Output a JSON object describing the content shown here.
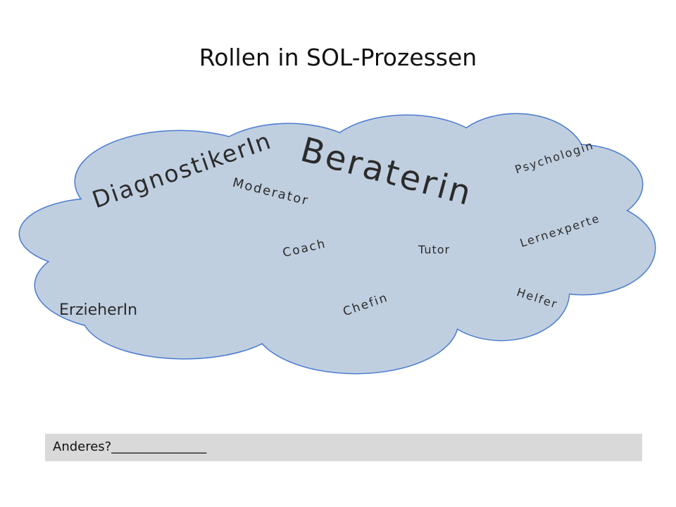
{
  "slide": {
    "title": "Rollen in SOL-Prozessen",
    "cloud_fill": "#c0cfe0",
    "cloud_stroke": "#4a7bd0"
  },
  "words": {
    "beraterin": "Beraterin",
    "diagnostiker": "DiagnostikerIn",
    "moderator": "Moderator",
    "psychologin": "Psychologin",
    "lernexperte": "Lernexperte",
    "coach": "Coach",
    "tutor": "Tutor",
    "erzieher": "ErzieherIn",
    "chefin": "Chefin",
    "helfer": "Helfer"
  },
  "footer": {
    "text": "Anderes?_______________"
  }
}
